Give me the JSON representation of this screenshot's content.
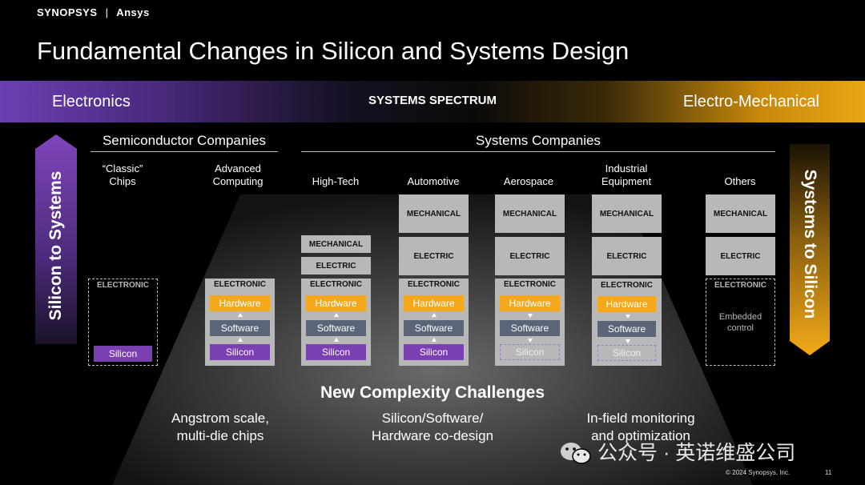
{
  "header": {
    "logo_left": "SYNOPSYS",
    "logo_sep": "|",
    "logo_right": "Ansys",
    "title": "Fundamental Changes in Silicon and Systems Design"
  },
  "spectrum": {
    "left": "Electronics",
    "middle": "SYSTEMS SPECTRUM",
    "right": "Electro-Mechanical"
  },
  "arrows": {
    "left": "Silicon to Systems",
    "right": "Systems to Silicon"
  },
  "groups": {
    "semiconductor": "Semiconductor Companies",
    "systems": "Systems Companies"
  },
  "columns": {
    "classic": {
      "line1": "“Classic”",
      "line2": "Chips"
    },
    "advanced": {
      "line1": "Advanced",
      "line2": "Computing"
    },
    "hightech": {
      "line1": "High-Tech"
    },
    "automotive": {
      "line1": "Automotive"
    },
    "aerospace": {
      "line1": "Aerospace"
    },
    "industrial": {
      "line1": "Industrial",
      "line2": "Equipment"
    },
    "others": {
      "line1": "Others"
    }
  },
  "blocks": {
    "mechanical": "MECHANICAL",
    "electric": "ELECTRIC",
    "electronic": "ELECTRONIC",
    "hardware": "Hardware",
    "software": "Software",
    "silicon": "Silicon",
    "embedded_1": "Embedded",
    "embedded_2": "control"
  },
  "challenges": {
    "title": "New Complexity Challenges",
    "items": [
      {
        "line1": "Angstrom scale,",
        "line2": "multi-die chips"
      },
      {
        "line1": "Silicon/Software/",
        "line2": "Hardware co-design"
      },
      {
        "line1": "In-field monitoring",
        "line2": "and optimization"
      }
    ]
  },
  "watermark": "公众号 · 英诺维盛公司",
  "footer": {
    "copyright": "© 2024 Synopsys, Inc.",
    "page": "11"
  },
  "colors": {
    "hardware": "#f5a81c",
    "software": "#5a6577",
    "silicon": "#7a3fb0",
    "block_gray": "#b8b8b8",
    "left_arrow": "#7a3fb0",
    "right_arrow": "#f0a818"
  }
}
